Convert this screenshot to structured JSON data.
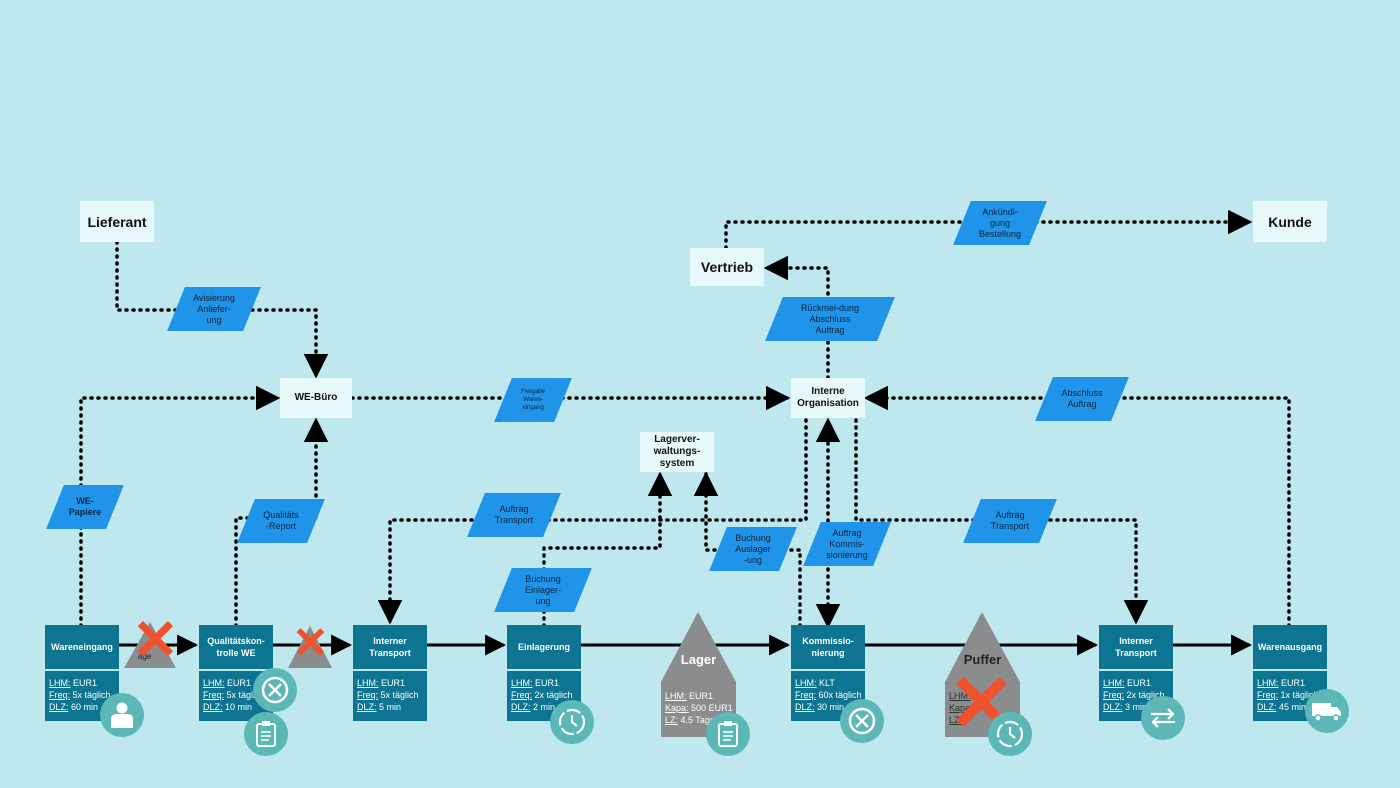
{
  "nodes": {
    "lieferant": "Lieferant",
    "kunde": "Kunde",
    "vertrieb": "Vertrieb",
    "we_buero": "WE-Büro",
    "interne_org": "Interne\nOrganisation",
    "lvs": "Lagerver-\nwaltungs-\nsystem"
  },
  "info_flows": {
    "avisierung": "Avisierung\nAnliefer-\nung",
    "ankuendigung": "Ankündi-\ngung\nBestellung",
    "rueckmeldung": "Rückmel-dung\nAbschluss\nAuftrag",
    "freigabe": "Freigabe\nWaren-\neingang",
    "abschluss": "Abschluss\nAuftrag",
    "we_papiere": "WE-\nPapiere",
    "qualitaets_report": "Qualitäts\n-Report",
    "auftrag_transport_1": "Auftrag\nTransport",
    "buchung_einlagerung": "Buchung\nEinlager-\nung",
    "buchung_auslagerung": "Buchung\nAuslager\n-ung",
    "auftrag_kommissionierung": "Auftrag\nKommis-\nsionierung",
    "auftrag_transport_2": "Auftrag\nTransport"
  },
  "processes": [
    {
      "name": "Wareneingang",
      "lhm": "EUR1",
      "freq": "5x täglich",
      "dlz": "60 min",
      "icon": "worker-icon"
    },
    {
      "name": "Qualitätskon-\ntrolle WE",
      "lhm": "EUR1",
      "freq": "5x täglich",
      "dlz": "10 min",
      "icon": "cancel-icon"
    },
    {
      "name": "Interner\nTransport",
      "lhm": "EUR1",
      "freq": "5x täglich",
      "dlz": "5 min",
      "icon": ""
    },
    {
      "name": "Einlagerung",
      "lhm": "EUR1",
      "freq": "2x täglich",
      "dlz": "2 min",
      "icon": "clock-icon"
    },
    {
      "name": "Kommissio-\nnierung",
      "lhm": "KLT",
      "freq": "60x täglich",
      "dlz": "30 min",
      "icon": "cancel-icon"
    },
    {
      "name": "Interner\nTransport",
      "lhm": "EUR1",
      "freq": "2x täglich",
      "dlz": "3 min",
      "icon": "transfer-icon"
    },
    {
      "name": "Warenausgang",
      "lhm": "EUR1",
      "freq": "1x täglich",
      "dlz": "45 min",
      "icon": "truck-icon"
    }
  ],
  "labels": {
    "lhm": "LHM:",
    "freq": "Freq:",
    "dlz": "DLZ:",
    "kapa": "Kapa:",
    "lz": "LZ:"
  },
  "inventories": {
    "lager": {
      "name": "Lager",
      "lhm": "EUR1",
      "kapa": "500 EUR1",
      "lz": "4.5 Tage"
    },
    "puffer": {
      "name": "Puffer",
      "lhm": "",
      "kapa": "",
      "lz": ""
    },
    "small_1": {
      "name": "age"
    }
  },
  "colors": {
    "background": "#bfe7ee",
    "process": "#0d7491",
    "info_flow": "#1f94e8",
    "node": "#e6f8f9",
    "icon": "#5cb7b7",
    "inventory": "#8a8c8e",
    "strike": "#f0522d"
  }
}
